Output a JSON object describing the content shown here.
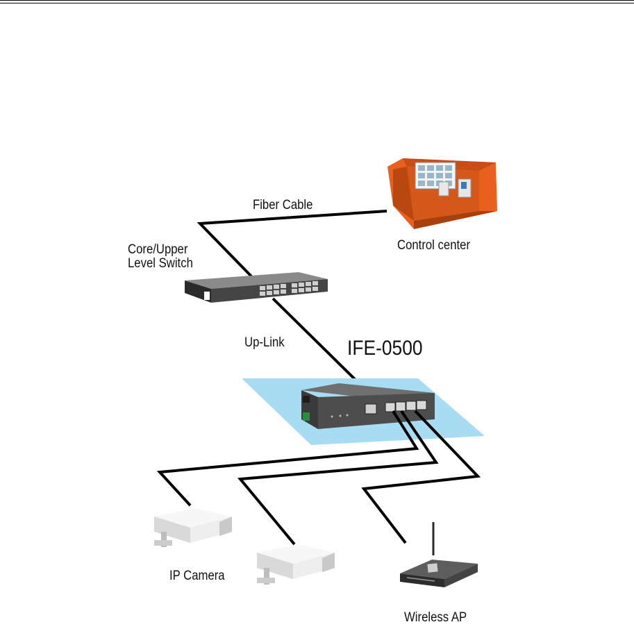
{
  "diagram": {
    "labels": {
      "fiber_cable": "Fiber Cable",
      "control_center": "Control center",
      "core_switch": "Core/Upper\nLevel Switch",
      "uplink": "Up-Link",
      "device_model": "IFE-0500",
      "ip_camera": "IP Camera",
      "wireless_ap": "Wireless AP"
    },
    "colors": {
      "control_room": "#e9601f",
      "control_room_dark": "#c94d14",
      "switch_body": "#3d3d3d",
      "platform": "#a8dcf2",
      "cable": "#000000",
      "camera": "#e9e9e9"
    }
  }
}
